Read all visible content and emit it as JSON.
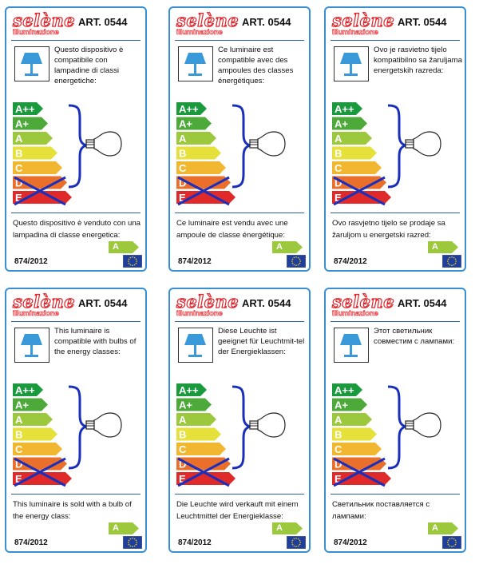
{
  "brand": {
    "name": "selène",
    "sub": "illuminazione",
    "color": "#e0242a"
  },
  "article": "ART. 0544",
  "regulation": "874/2012",
  "energy_classes": [
    {
      "label": "A++",
      "color": "#1a9a3c"
    },
    {
      "label": "A+",
      "color": "#4daa3a"
    },
    {
      "label": "A",
      "color": "#9bc83c"
    },
    {
      "label": "B",
      "color": "#e5e03a"
    },
    {
      "label": "C",
      "color": "#f2b730"
    },
    {
      "label": "D",
      "color": "#ea6f2a"
    },
    {
      "label": "E",
      "color": "#e02a2a"
    }
  ],
  "sold_class": {
    "label": "A",
    "color": "#9bc83c"
  },
  "accent_color": "#3a8fd4",
  "icons": [
    "table-lamp-icon",
    "light-bulb-icon",
    "eu-flag-icon",
    "cross-out-icon"
  ],
  "labels": [
    {
      "lang": "it",
      "intro": "Questo dispositivo è compatibile con lampadine di classi energetiche:",
      "outro": "Questo dispositivo è venduto con una lampadina di classe energetica:"
    },
    {
      "lang": "fr",
      "intro": "Ce luminaire est compatible avec des ampoules des classes énergétiques:",
      "outro": "Ce luminaire est vendu avec une ampoule de classe énergétique:"
    },
    {
      "lang": "hr",
      "intro": "Ovo je rasvietno tijelo kompatibilno sa žaruljama energetskih razreda:",
      "outro": "Ovo rasvjetno tijelo se prodaje sa žaruljom u energetski razred:"
    },
    {
      "lang": "en",
      "intro": "This luminaire is compatible with bulbs of the energy classes:",
      "outro": "This luminaire is sold with a bulb of the energy class:"
    },
    {
      "lang": "de",
      "intro": "Diese Leuchte ist geeignet für Leuchtmit-tel der Energieklassen:",
      "outro": "Die Leuchte wird verkauft mit einem Leuchtmittel der Energieklasse:"
    },
    {
      "lang": "ru",
      "intro": "Этот светильник совместим с лампами:",
      "outro": "Светильник поставляется с лампами:"
    }
  ]
}
